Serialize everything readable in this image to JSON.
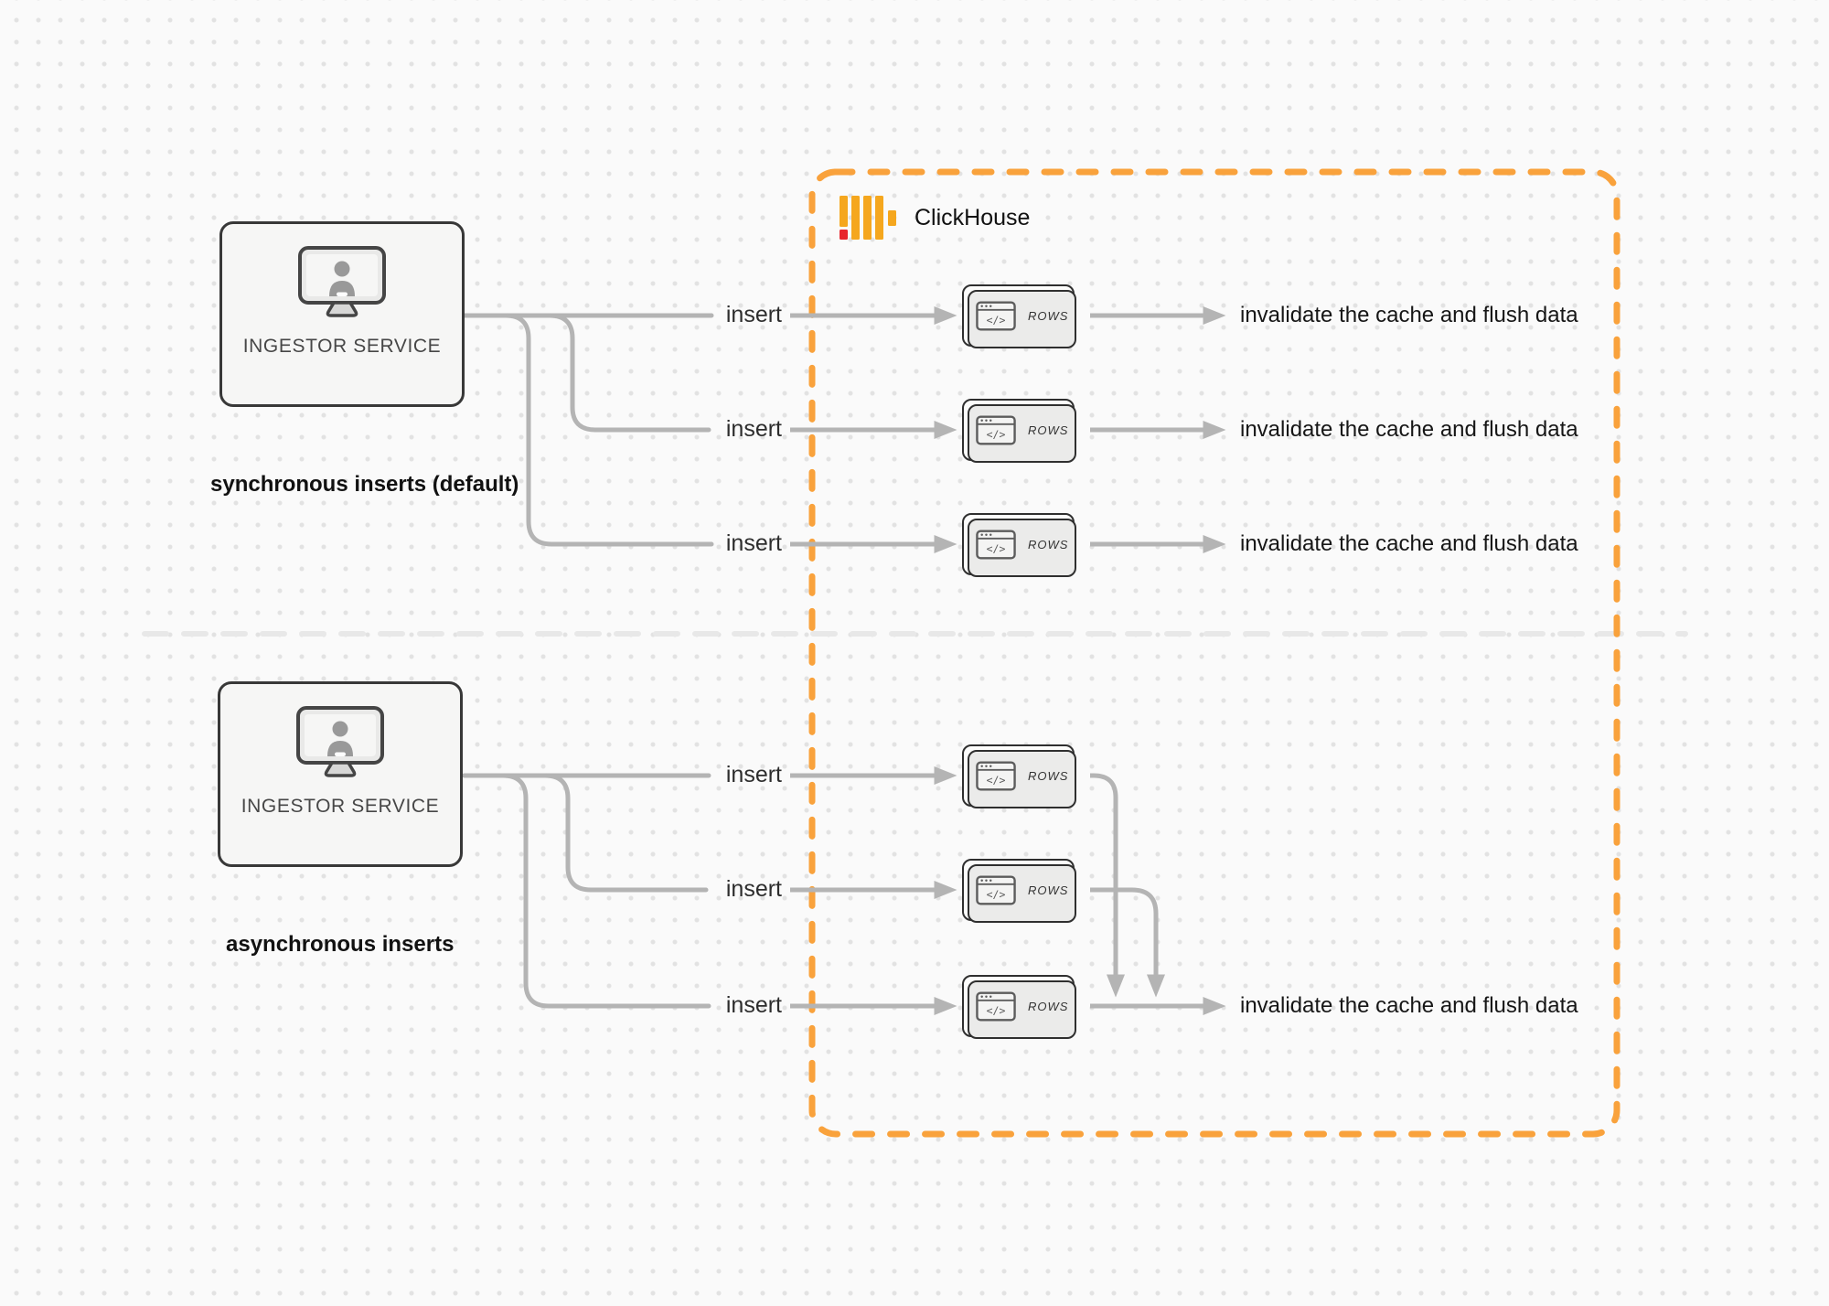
{
  "background": {
    "base_color": "#fafafa",
    "dot_color": "#e2e2e2"
  },
  "colors": {
    "accent_orange": "#f9a23c",
    "logo_amber": "#f5a71e",
    "logo_red": "#e8252c",
    "connector_gray": "#b4b4b4",
    "divider_gray": "#e8e8e8",
    "box_border": "#383838",
    "text_primary": "#1c1c1c"
  },
  "clickhouse": {
    "label": "ClickHouse",
    "logo_icon": "clickhouse-bars-logo"
  },
  "shared": {
    "rows_label": "ROWS",
    "monitor_icon": "monitor-user-icon",
    "code_icon": "code-window-icon"
  },
  "sync": {
    "service_label": "INGESTOR SERVICE",
    "caption": "synchronous inserts (default)",
    "insert_labels": [
      "insert",
      "insert",
      "insert"
    ],
    "results": [
      "invalidate the cache and flush data",
      "invalidate the cache and flush data",
      "invalidate the cache and flush data"
    ]
  },
  "async": {
    "service_label": "INGESTOR SERVICE",
    "caption": "asynchronous inserts",
    "insert_labels": [
      "insert",
      "insert",
      "insert"
    ],
    "result": "invalidate the cache and flush data"
  }
}
